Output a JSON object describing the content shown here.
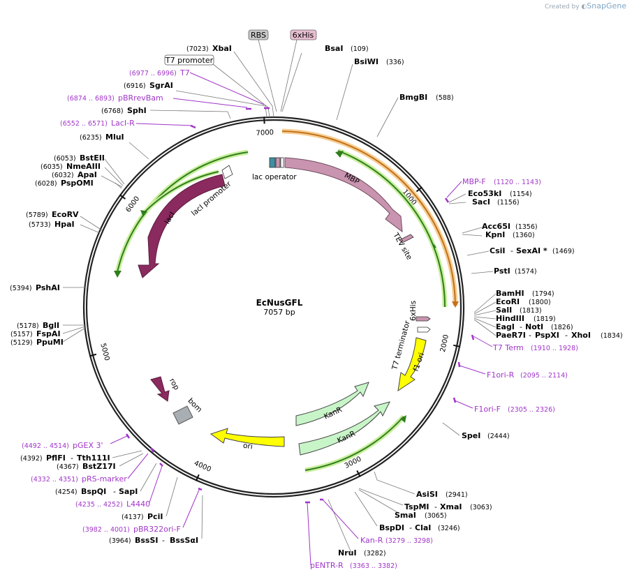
{
  "watermark": {
    "prefix": "Created by",
    "brand": "SnapGene"
  },
  "plasmid": {
    "name": "EcNusGFL",
    "length": "7057 bp",
    "total_bp": 7057
  },
  "ticks": [
    {
      "bp": 1000,
      "label": "1000"
    },
    {
      "bp": 2000,
      "label": "2000"
    },
    {
      "bp": 3000,
      "label": "3000"
    },
    {
      "bp": 4000,
      "label": "4000"
    },
    {
      "bp": 5000,
      "label": "5000"
    },
    {
      "bp": 6000,
      "label": "6000"
    },
    {
      "bp": 7000,
      "label": "7000"
    }
  ],
  "top_tags": [
    {
      "text": "RBS",
      "color": "#c8c8c8"
    },
    {
      "text": "6xHis",
      "color": "#e8bdd0"
    }
  ],
  "boxed_label": {
    "text": "T7 promoter"
  },
  "enzymes": [
    {
      "pos": "(7023)",
      "name": "XbaI",
      "name2": ""
    },
    {
      "pos": "(6916)",
      "name": "SgrAI",
      "name2": ""
    },
    {
      "pos": "(6768)",
      "name": "SphI",
      "name2": ""
    },
    {
      "pos": "(6235)",
      "name": "MluI",
      "name2": ""
    },
    {
      "pos": "(6053)",
      "name": "BstEII",
      "name2": ""
    },
    {
      "pos": "(6035)",
      "name": "NmeAIII",
      "name2": ""
    },
    {
      "pos": "(6032)",
      "name": "ApaI",
      "name2": ""
    },
    {
      "pos": "(6028)",
      "name": "PspOMI",
      "name2": ""
    },
    {
      "pos": "(5789)",
      "name": "EcoRV",
      "name2": ""
    },
    {
      "pos": "(5733)",
      "name": "HpaI",
      "name2": ""
    },
    {
      "pos": "(5394)",
      "name": "PshAI",
      "name2": ""
    },
    {
      "pos": "(5178)",
      "name": "BglI",
      "name2": ""
    },
    {
      "pos": "(5157)",
      "name": "FspAI",
      "name2": ""
    },
    {
      "pos": "(5129)",
      "name": "PpuMI",
      "name2": ""
    },
    {
      "pos": "(4392)",
      "name": "PflFI",
      "name2": "Tth111I"
    },
    {
      "pos": "(4367)",
      "name": "BstZ17I",
      "name2": ""
    },
    {
      "pos": "(4254)",
      "name": "BspQI",
      "name2": "SapI"
    },
    {
      "pos": "(4137)",
      "name": "PciI",
      "name2": ""
    },
    {
      "pos": "(3964)",
      "name": "BssSI",
      "name2": "BssSαI"
    },
    {
      "pos": "(109)",
      "name": "BsaI",
      "name2": ""
    },
    {
      "pos": "(336)",
      "name": "BsiWI",
      "name2": ""
    },
    {
      "pos": "(588)",
      "name": "BmgBI",
      "name2": ""
    },
    {
      "pos": "(1154)",
      "name": "Eco53kI",
      "name2": ""
    },
    {
      "pos": "(1156)",
      "name": "SacI",
      "name2": ""
    },
    {
      "pos": "(1356)",
      "name": "Acc65I",
      "name2": ""
    },
    {
      "pos": "(1360)",
      "name": "KpnI",
      "name2": ""
    },
    {
      "pos": "(1469)",
      "name": "CsiI",
      "name2": "SexAI *"
    },
    {
      "pos": "(1574)",
      "name": "PstI",
      "name2": ""
    },
    {
      "pos": "(1794)",
      "name": "BamHI",
      "name2": ""
    },
    {
      "pos": "(1800)",
      "name": "EcoRI",
      "name2": ""
    },
    {
      "pos": "(1813)",
      "name": "SalI",
      "name2": ""
    },
    {
      "pos": "(1819)",
      "name": "HindIII",
      "name2": ""
    },
    {
      "pos": "(1826)",
      "name": "EagI",
      "name2": "NotI"
    },
    {
      "pos": "(1834)",
      "name": "PaeR7I",
      "name2": "PspXI",
      "name3": "XhoI"
    },
    {
      "pos": "(2444)",
      "name": "SpeI",
      "name2": ""
    },
    {
      "pos": "(2941)",
      "name": "AsiSI",
      "name2": ""
    },
    {
      "pos": "(3063)",
      "name": "TspMI",
      "name2": "XmaI"
    },
    {
      "pos": "(3065)",
      "name": "SmaI",
      "name2": ""
    },
    {
      "pos": "(3246)",
      "name": "BspDI",
      "name2": "ClaI"
    },
    {
      "pos": "(3282)",
      "name": "NruI",
      "name2": ""
    }
  ],
  "primers": [
    {
      "name": "T7",
      "pos": "(6977 .. 6996)"
    },
    {
      "name": "pBRrevBam",
      "pos": "(6874 .. 6893)"
    },
    {
      "name": "LacI-R",
      "pos": "(6552 .. 6571)"
    },
    {
      "name": "pGEX 3'",
      "pos": "(4492 .. 4514)"
    },
    {
      "name": "pRS-marker",
      "pos": "(4332 .. 4351)"
    },
    {
      "name": "L4440",
      "pos": "(4235 .. 4252)"
    },
    {
      "name": "pBR322ori-F",
      "pos": "(3982 .. 4001)"
    },
    {
      "name": "MBP-F",
      "pos": "(1120 .. 1143)"
    },
    {
      "name": "T7 Term",
      "pos": "(1910 .. 1928)"
    },
    {
      "name": "F1ori-R",
      "pos": "(2095 .. 2114)"
    },
    {
      "name": "F1ori-F",
      "pos": "(2305 .. 2326)"
    },
    {
      "name": "Kan-R",
      "pos": "(3279 .. 3298)"
    },
    {
      "name": "pENTR-R",
      "pos": "(3363 .. 3382)"
    }
  ],
  "features": [
    {
      "name": "MBP",
      "color": "#c994af"
    },
    {
      "name": "lacI",
      "color": "#8b2a5e"
    },
    {
      "name": "lacI promoter",
      "color": "#ffffff"
    },
    {
      "name": "lac operator",
      "color": "#3f8fa1"
    },
    {
      "name": "TEV site",
      "color": "#c994af"
    },
    {
      "name": "6xHis",
      "color": "#c994af"
    },
    {
      "name": "T7 terminator",
      "color": "#ffffff"
    },
    {
      "name": "f1 ori",
      "color": "#ffff00"
    },
    {
      "name": "KanR",
      "color": "#c8f5c8"
    },
    {
      "name": "KanR",
      "color": "#c8f5c8"
    },
    {
      "name": "ori",
      "color": "#ffff00"
    },
    {
      "name": "rop",
      "color": "#8b2a5e"
    },
    {
      "name": "bom",
      "color": "#a9aeb2"
    }
  ],
  "colors": {
    "enzyme_line": "#666666",
    "primer": "#a035c8",
    "orf_green": "#2f7d1e",
    "orf_green_glow": "#c9ef9c",
    "orf_orange": "#c2711b",
    "orf_orange_glow": "#f7cf95"
  }
}
